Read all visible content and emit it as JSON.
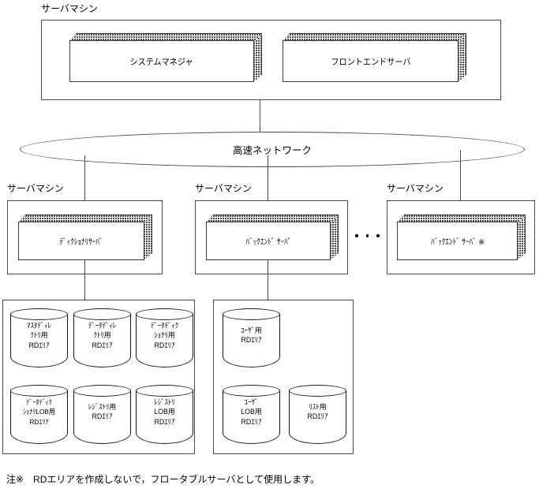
{
  "diagram": {
    "top_machine": {
      "label": "サーバマシン",
      "blocks": [
        {
          "name": "システムマネジャ"
        },
        {
          "name": "フロントエンドサーバ"
        }
      ]
    },
    "network": {
      "label": "高速ネットワーク"
    },
    "machines": [
      {
        "label": "サーバマシン",
        "server": "ﾃﾞｨｸｼｮﾅﾘｻｰﾊﾞ",
        "rd_areas": [
          "ﾏｽﾀﾃﾞｨﾚ\nｸﾄﾘ用\nRDｴﾘｱ",
          "ﾃﾞｰﾀﾃﾞｨﾚ\nｸﾄﾘ用\nRDｴﾘｱ",
          "ﾃﾞｰﾀﾃﾞｨｸ\nｼｮﾅﾘ用\nRDｴﾘｱ",
          "ﾃﾞｰﾀﾃﾞｨｸ\nｼｮﾅﾘLOB用\nRDｴﾘｱ",
          "ﾚｼﾞｽﾄﾘ用\nRDｴﾘｱ",
          "ﾚｼﾞｽﾄﾘ\nLOB用\nRDｴﾘｱ"
        ]
      },
      {
        "label": "サーバマシン",
        "server": "ﾊﾞｯｸｴﾝﾄﾞ ｻｰﾊﾞ",
        "rd_areas": [
          "ﾕｰｻﾞ用\nRDｴﾘｱ",
          "ﾕｰｻﾞ\nLOB用\nRDｴﾘｱ",
          "ﾘｽﾄ用\nRDｴﾘｱ"
        ]
      },
      {
        "label": "サーバマシン",
        "server": "ﾊﾞｯｸｴﾝﾄﾞ ｻｰﾊﾞ ※",
        "rd_areas": []
      }
    ],
    "ellipsis": "・・・",
    "footnote": "注※　RDエリアを作成しないで，フロータブルサーバとして使用します。"
  }
}
